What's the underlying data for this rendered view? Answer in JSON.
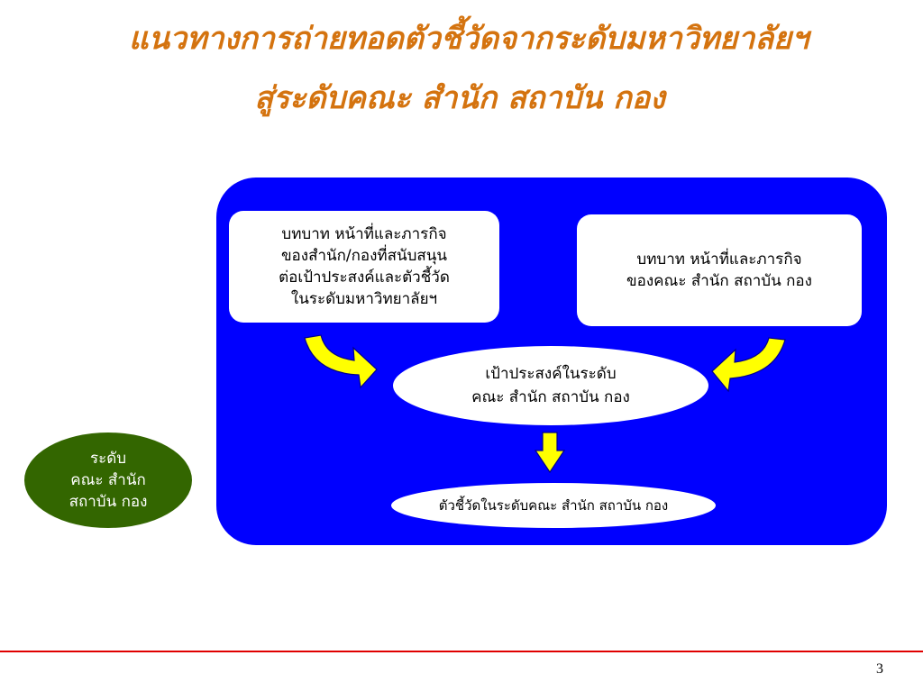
{
  "title": {
    "line1": "แนวทางการถ่ายทอดตัวชี้วัดจากระดับมหาวิทยาลัยฯ",
    "line2": "สู่ระดับคณะ สำนัก สถาบัน กอง"
  },
  "diagram": {
    "box_left": [
      "บทบาท หน้าที่และภารกิจ",
      "ของสำนัก/กองที่สนับสนุน",
      "ต่อเป้าประสงค์และตัวชี้วัด",
      "ในระดับมหาวิทยาลัยฯ"
    ],
    "box_right": [
      "บทบาท หน้าที่และภารกิจ",
      "ของคณะ สำนัก สถาบัน กอง"
    ],
    "goal": [
      "เป้าประสงค์ในระดับ",
      "คณะ สำนัก สถาบัน กอง"
    ],
    "kpi": "ตัวชี้วัดในระดับคณะ สำนัก สถาบัน กอง",
    "level_label": [
      "ระดับ",
      "คณะ สำนัก",
      "สถาบัน กอง"
    ]
  },
  "page_number": "3",
  "colors": {
    "title": "#d4730f",
    "panel": "#0000ff",
    "level_oval": "#336600",
    "arrow_fill": "#ffff00",
    "arrow_stroke": "#00008b",
    "rule": "#e00000"
  }
}
